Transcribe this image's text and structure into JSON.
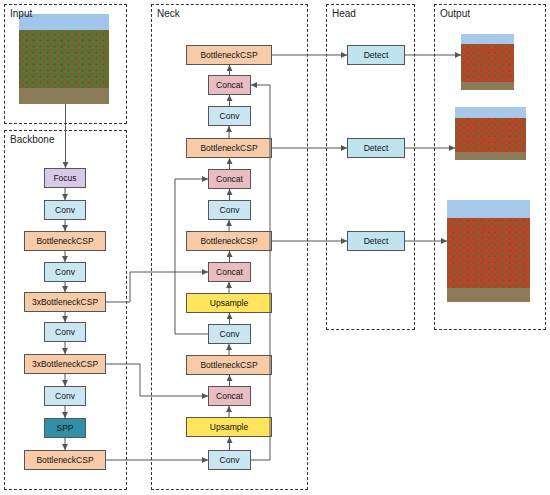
{
  "diagram": {
    "nodes": [
      {
        "text": [
          "Input"
        ]
      },
      {
        "text": [
          "Backbone"
        ]
      },
      {
        "text": [
          "Focus"
        ],
        "in": 1
      },
      {
        "text": [
          "Conv"
        ],
        "in": 1
      },
      {
        "text": [
          "BottleneckCSP"
        ],
        "in": 1
      },
      {
        "text": [
          "Conv"
        ],
        "in": 1
      },
      {
        "text": [
          "3xBottleneckCSP"
        ],
        "in": 1
      },
      {
        "text": [
          "Conv"
        ],
        "in": 1
      },
      {
        "text": [
          "3xBottleneckCSP"
        ],
        "in": 1
      },
      {
        "text": [
          "Conv"
        ],
        "in": 1
      },
      {
        "text": [
          "SPP"
        ],
        "in": 1
      },
      {
        "text": [
          "BottleneckCSP"
        ],
        "in": 1
      },
      {
        "text": [
          "Neck"
        ]
      },
      {
        "text": [
          "BottleneckCSP"
        ],
        "in": 12
      },
      {
        "text": [
          "Concat"
        ],
        "in": 12
      },
      {
        "text": [
          "Conv"
        ],
        "in": 12
      },
      {
        "text": [
          "BottleneckCSP"
        ],
        "in": 12
      },
      {
        "text": [
          "Concat"
        ],
        "in": 12
      },
      {
        "text": [
          "Conv"
        ],
        "in": 12
      },
      {
        "text": [
          "BottleneckCSP"
        ],
        "in": 12
      },
      {
        "text": [
          "Concat"
        ],
        "in": 12
      },
      {
        "text": [
          "Upsample"
        ],
        "in": 12
      },
      {
        "text": [
          "Conv"
        ],
        "in": 12
      },
      {
        "text": [
          "BottleneckCSP"
        ],
        "in": 12
      },
      {
        "text": [
          "Concat"
        ],
        "in": 12
      },
      {
        "text": [
          "Upsample"
        ],
        "in": 12
      },
      {
        "text": [
          "Conv"
        ],
        "in": 12
      },
      {
        "text": [
          "Head"
        ]
      },
      {
        "text": [
          "Detect"
        ],
        "in": 27
      },
      {
        "text": [
          "Detect"
        ],
        "in": 27
      },
      {
        "text": [
          "Detect"
        ],
        "in": 27
      },
      {
        "text": [
          "Output"
        ]
      }
    ],
    "edges": [
      {
        "from": 0,
        "to": 2,
        "arrow": "to"
      },
      {
        "from": 2,
        "to": 3,
        "arrow": "to"
      },
      {
        "from": 3,
        "to": 4,
        "arrow": "to"
      },
      {
        "from": 4,
        "to": 5,
        "arrow": "to"
      },
      {
        "from": 5,
        "to": 6,
        "arrow": "to"
      },
      {
        "from": 6,
        "to": 7,
        "arrow": "to"
      },
      {
        "from": 7,
        "to": 8,
        "arrow": "to"
      },
      {
        "from": 8,
        "to": 9,
        "arrow": "to"
      },
      {
        "from": 9,
        "to": 10,
        "arrow": "to"
      },
      {
        "from": 10,
        "to": 11,
        "arrow": "to"
      },
      {
        "from": 11,
        "to": 26,
        "arrow": "to"
      },
      {
        "from": 26,
        "to": 25,
        "arrow": "to"
      },
      {
        "from": 25,
        "to": 24,
        "arrow": "to"
      },
      {
        "from": 24,
        "to": 23,
        "arrow": "to"
      },
      {
        "from": 23,
        "to": 22,
        "arrow": "to"
      },
      {
        "from": 22,
        "to": 21,
        "arrow": "to"
      },
      {
        "from": 21,
        "to": 20,
        "arrow": "to"
      },
      {
        "from": 20,
        "to": 19,
        "arrow": "to"
      },
      {
        "from": 19,
        "to": 18,
        "arrow": "to"
      },
      {
        "from": 18,
        "to": 17,
        "arrow": "to"
      },
      {
        "from": 17,
        "to": 16,
        "arrow": "to"
      },
      {
        "from": 16,
        "to": 15,
        "arrow": "to"
      },
      {
        "from": 15,
        "to": 14,
        "arrow": "to"
      },
      {
        "from": 14,
        "to": 13,
        "arrow": "to"
      },
      {
        "from": 8,
        "to": 24,
        "arrow": "to"
      },
      {
        "from": 6,
        "to": 20,
        "arrow": "to"
      },
      {
        "from": 22,
        "to": 17,
        "arrow": "to"
      },
      {
        "from": 26,
        "to": 14,
        "arrow": "to"
      },
      {
        "from": 13,
        "to": 28,
        "arrow": "to"
      },
      {
        "from": 16,
        "to": 29,
        "arrow": "to"
      },
      {
        "from": 19,
        "to": 30,
        "arrow": "to"
      }
    ]
  }
}
